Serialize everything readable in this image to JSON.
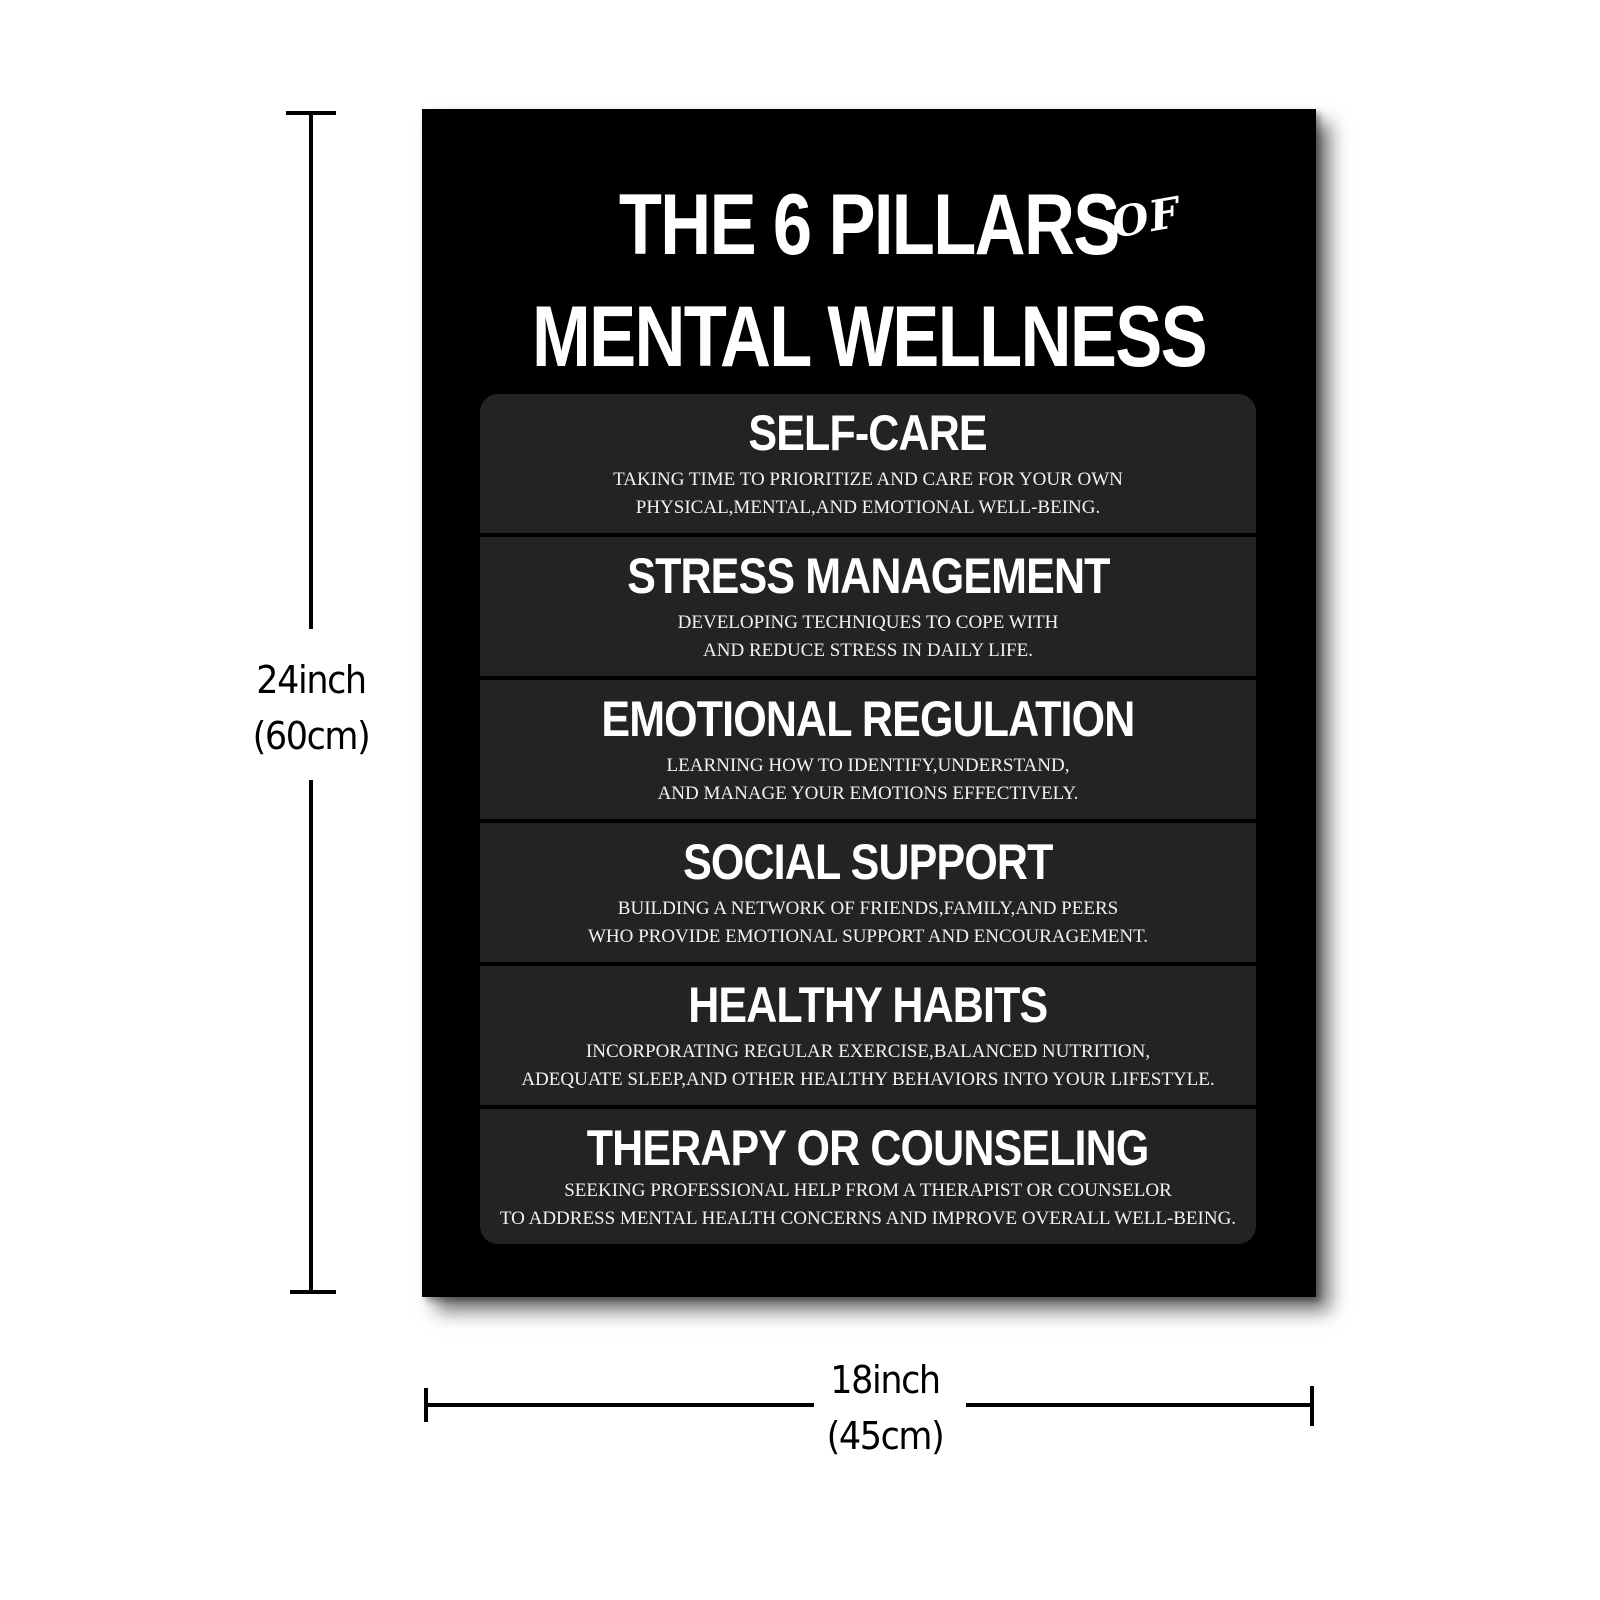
{
  "poster": {
    "title_line1": "THE 6 PILLARS",
    "title_of": "OF",
    "title_line2": "MENTAL WELLNESS",
    "pillars": [
      {
        "title": "SELF-CARE",
        "desc_line1": "TAKING TIME TO PRIORITIZE AND CARE FOR YOUR OWN",
        "desc_line2": "PHYSICAL,MENTAL,AND EMOTIONAL WELL-BEING."
      },
      {
        "title": "STRESS MANAGEMENT",
        "desc_line1": "DEVELOPING TECHNIQUES TO COPE WITH",
        "desc_line2": "AND REDUCE STRESS IN DAILY LIFE."
      },
      {
        "title": "EMOTIONAL REGULATION",
        "desc_line1": "LEARNING HOW TO IDENTIFY,UNDERSTAND,",
        "desc_line2": "AND MANAGE YOUR EMOTIONS EFFECTIVELY."
      },
      {
        "title": "SOCIAL SUPPORT",
        "desc_line1": "BUILDING A NETWORK OF FRIENDS,FAMILY,AND PEERS",
        "desc_line2": "WHO PROVIDE EMOTIONAL SUPPORT AND ENCOURAGEMENT."
      },
      {
        "title": "HEALTHY HABITS",
        "desc_line1": "INCORPORATING REGULAR EXERCISE,BALANCED NUTRITION,",
        "desc_line2": "ADEQUATE SLEEP,AND OTHER HEALTHY BEHAVIORS INTO YOUR LIFESTYLE."
      },
      {
        "title": "THERAPY OR COUNSELING",
        "desc_line1": "SEEKING PROFESSIONAL HELP FROM A THERAPIST OR COUNSELOR",
        "desc_line2": "TO ADDRESS MENTAL HEALTH CONCERNS AND IMPROVE OVERALL WELL-BEING."
      }
    ]
  },
  "dimensions": {
    "height_imperial": "24inch",
    "height_metric": "(60cm)",
    "width_imperial": "18inch",
    "width_metric": "(45cm)"
  },
  "colors": {
    "poster_background": "#000000",
    "pillar_background": "#232323",
    "text": "#ffffff"
  }
}
